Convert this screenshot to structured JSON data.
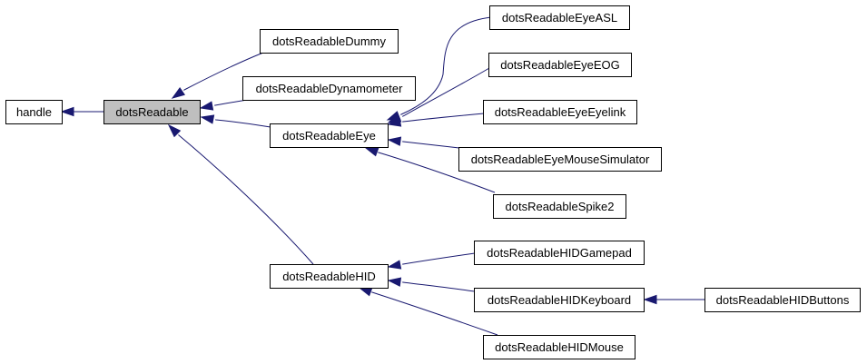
{
  "diagram": {
    "nodes": {
      "handle": "handle",
      "dotsReadable": "dotsReadable",
      "dotsReadableDummy": "dotsReadableDummy",
      "dotsReadableDynamometer": "dotsReadableDynamometer",
      "dotsReadableEye": "dotsReadableEye",
      "dotsReadableHID": "dotsReadableHID",
      "dotsReadableEyeASL": "dotsReadableEyeASL",
      "dotsReadableEyeEOG": "dotsReadableEyeEOG",
      "dotsReadableEyeEyelink": "dotsReadableEyeEyelink",
      "dotsReadableEyeMouseSimulator": "dotsReadableEyeMouseSimulator",
      "dotsReadableSpike2": "dotsReadableSpike2",
      "dotsReadableHIDGamepad": "dotsReadableHIDGamepad",
      "dotsReadableHIDKeyboard": "dotsReadableHIDKeyboard",
      "dotsReadableHIDMouse": "dotsReadableHIDMouse",
      "dotsReadableHIDButtons": "dotsReadableHIDButtons"
    },
    "highlighted_node": "dotsReadable",
    "colors": {
      "edge": "#191970",
      "highlight_fill": "#bfbfbf",
      "box_fill": "#ffffff",
      "box_stroke": "#000000"
    },
    "edges": [
      {
        "from": "dotsReadable",
        "to": "handle"
      },
      {
        "from": "dotsReadableDummy",
        "to": "dotsReadable"
      },
      {
        "from": "dotsReadableDynamometer",
        "to": "dotsReadable"
      },
      {
        "from": "dotsReadableEye",
        "to": "dotsReadable"
      },
      {
        "from": "dotsReadableHID",
        "to": "dotsReadable"
      },
      {
        "from": "dotsReadableEyeASL",
        "to": "dotsReadableEye"
      },
      {
        "from": "dotsReadableEyeEOG",
        "to": "dotsReadableEye"
      },
      {
        "from": "dotsReadableEyeEyelink",
        "to": "dotsReadableEye"
      },
      {
        "from": "dotsReadableEyeMouseSimulator",
        "to": "dotsReadableEye"
      },
      {
        "from": "dotsReadableSpike2",
        "to": "dotsReadableEye"
      },
      {
        "from": "dotsReadableHIDGamepad",
        "to": "dotsReadableHID"
      },
      {
        "from": "dotsReadableHIDKeyboard",
        "to": "dotsReadableHID"
      },
      {
        "from": "dotsReadableHIDMouse",
        "to": "dotsReadableHID"
      },
      {
        "from": "dotsReadableHIDButtons",
        "to": "dotsReadableHIDKeyboard"
      }
    ]
  }
}
